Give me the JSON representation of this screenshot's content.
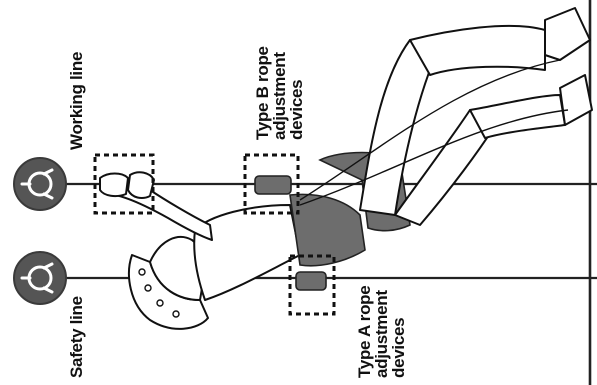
{
  "labels": {
    "working_line": "Working line",
    "safety_line": "Safety line",
    "type_b": [
      "Type B rope",
      "adjustment",
      "devices"
    ],
    "type_a": [
      "Type A rope",
      "adjustment",
      "devices"
    ]
  },
  "icons": {
    "working_anchor": "anchor-icon",
    "safety_anchor": "anchor-icon"
  },
  "colors": {
    "anchor": "#555555",
    "rope": "#222222",
    "harness": "#6d6d6d"
  }
}
